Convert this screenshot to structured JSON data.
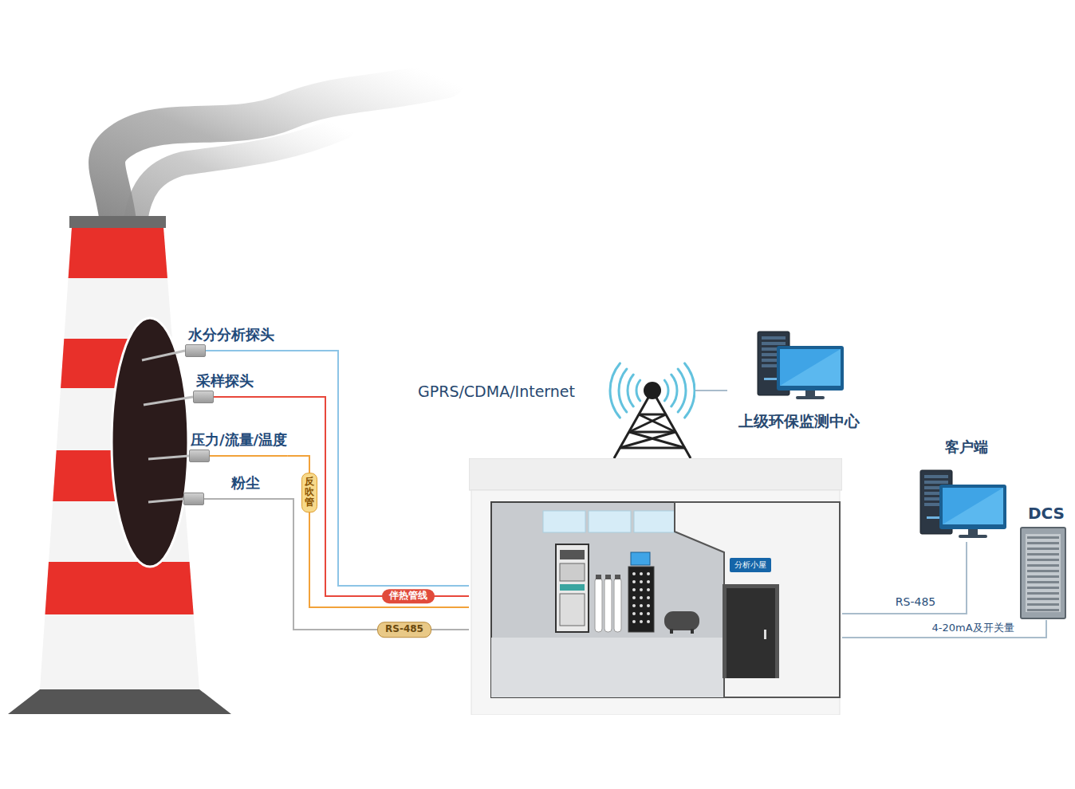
{
  "diagram": {
    "nodes": [
      {
        "text": [
          "水分分析探头"
        ]
      },
      {
        "text": [
          "采样探头"
        ]
      },
      {
        "text": [
          "压力/流量/温度"
        ]
      },
      {
        "text": [
          "粉尘"
        ]
      },
      {
        "text": [
          "分析小屋"
        ]
      },
      {
        "text": [
          "GPRS/CDMA/Internet"
        ]
      },
      {
        "text": [
          "上级环保监测中心"
        ]
      },
      {
        "text": [
          "客户端"
        ]
      },
      {
        "text": [
          "DCS"
        ]
      }
    ],
    "edges": [
      {
        "from": 0,
        "to": 4,
        "arrow": "none"
      },
      {
        "from": 1,
        "to": 4,
        "label": "伴热管线",
        "arrow": "none"
      },
      {
        "from": 2,
        "to": 4,
        "label": "反吹管",
        "arrow": "none"
      },
      {
        "from": 3,
        "to": 4,
        "label": "RS-485",
        "arrow": "none"
      },
      {
        "from": 5,
        "to": 6,
        "arrow": "none"
      },
      {
        "from": 4,
        "to": 7,
        "label": "RS-485",
        "arrow": "none"
      },
      {
        "from": 4,
        "to": 8,
        "label": "4-20mA及开关量",
        "arrow": "none"
      }
    ]
  }
}
